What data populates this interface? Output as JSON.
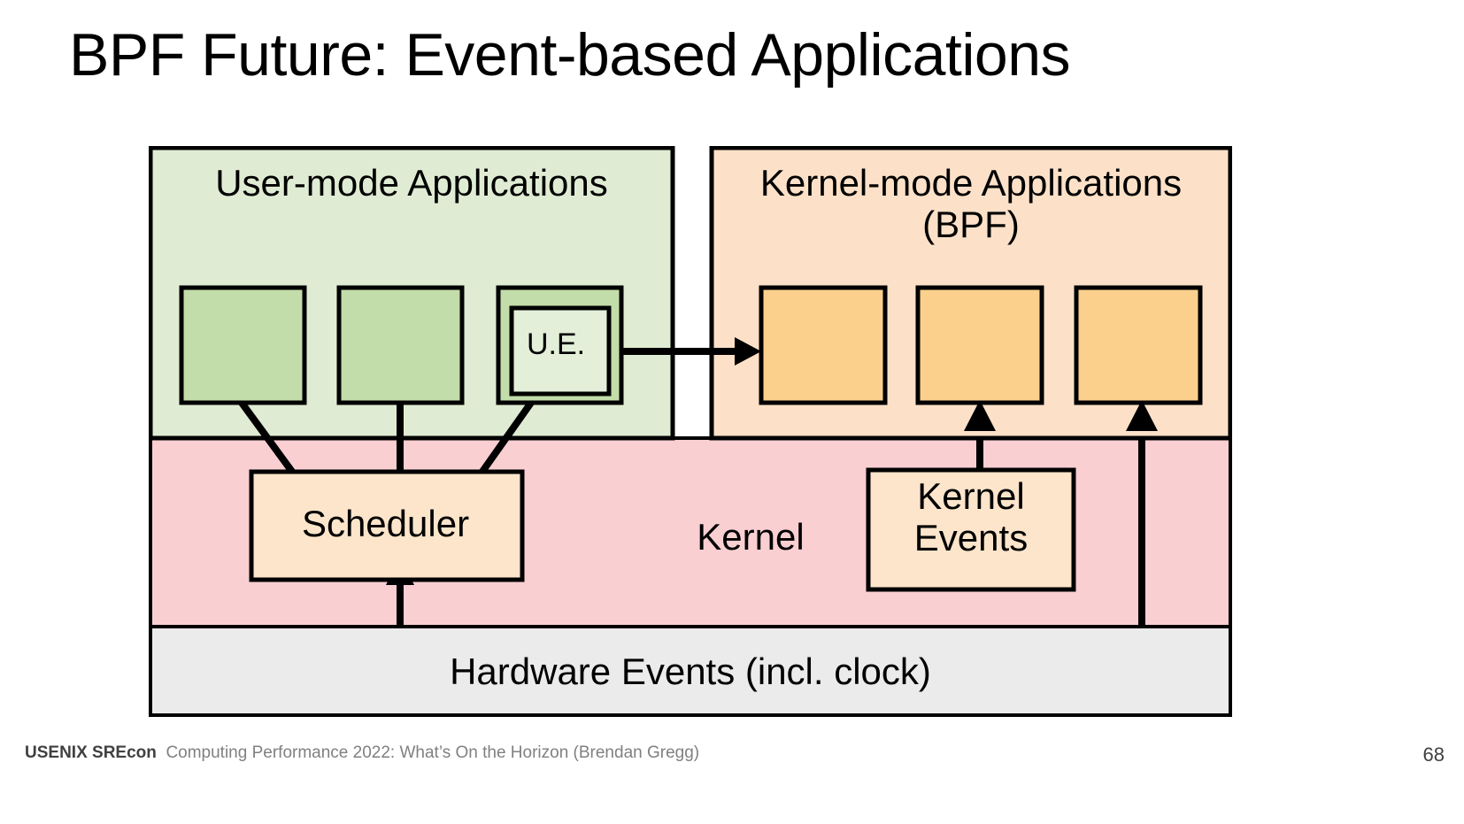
{
  "slide": {
    "title": "BPF Future: Event-based Applications",
    "page_number": "68"
  },
  "footer": {
    "brand": "USENIX SREcon",
    "subtitle": "Computing Performance 2022: What’s On the Horizon (Brendan Gregg)"
  },
  "diagram": {
    "type": "block-architecture",
    "panels": {
      "usermode": {
        "title": "User-mode Applications",
        "fill": "#dfecd3",
        "app_boxes": [
          {
            "label": "",
            "fill": "#c2dda9"
          },
          {
            "label": "",
            "fill": "#c2dda9"
          },
          {
            "label": "",
            "fill": "#c2dda9",
            "inner_label": "U.E.",
            "inner_fill": "#e3efd9"
          }
        ]
      },
      "kernelmode": {
        "title": "Kernel-mode Applications (BPF)",
        "fill": "#fce1c8",
        "app_boxes": [
          {
            "label": "",
            "fill": "#fbd08d"
          },
          {
            "label": "",
            "fill": "#fbd08d"
          },
          {
            "label": "",
            "fill": "#fbd08d"
          }
        ]
      },
      "kernel": {
        "title": "Kernel",
        "fill": "#f9cfd2",
        "boxes": [
          {
            "label": "Scheduler",
            "fill": "#fce5cb"
          },
          {
            "label": "Kernel Events",
            "fill": "#fce5cb"
          }
        ]
      },
      "hardware": {
        "title": "Hardware Events (incl. clock)",
        "fill": "#ebebeb"
      }
    },
    "connections": [
      {
        "from": "user-app-1",
        "to": "scheduler",
        "style": "line"
      },
      {
        "from": "user-app-2",
        "to": "scheduler",
        "style": "line"
      },
      {
        "from": "user-app-3-ue",
        "to": "scheduler",
        "style": "line"
      },
      {
        "from": "user-app-3-ue",
        "to": "kernel-app-1",
        "style": "arrow"
      },
      {
        "from": "hardware-events",
        "to": "scheduler",
        "style": "arrow"
      },
      {
        "from": "kernel-events",
        "to": "kernel-app-2",
        "style": "arrow"
      },
      {
        "from": "hardware-events",
        "to": "kernel-app-3",
        "style": "arrow"
      }
    ],
    "stroke": "#000000"
  }
}
